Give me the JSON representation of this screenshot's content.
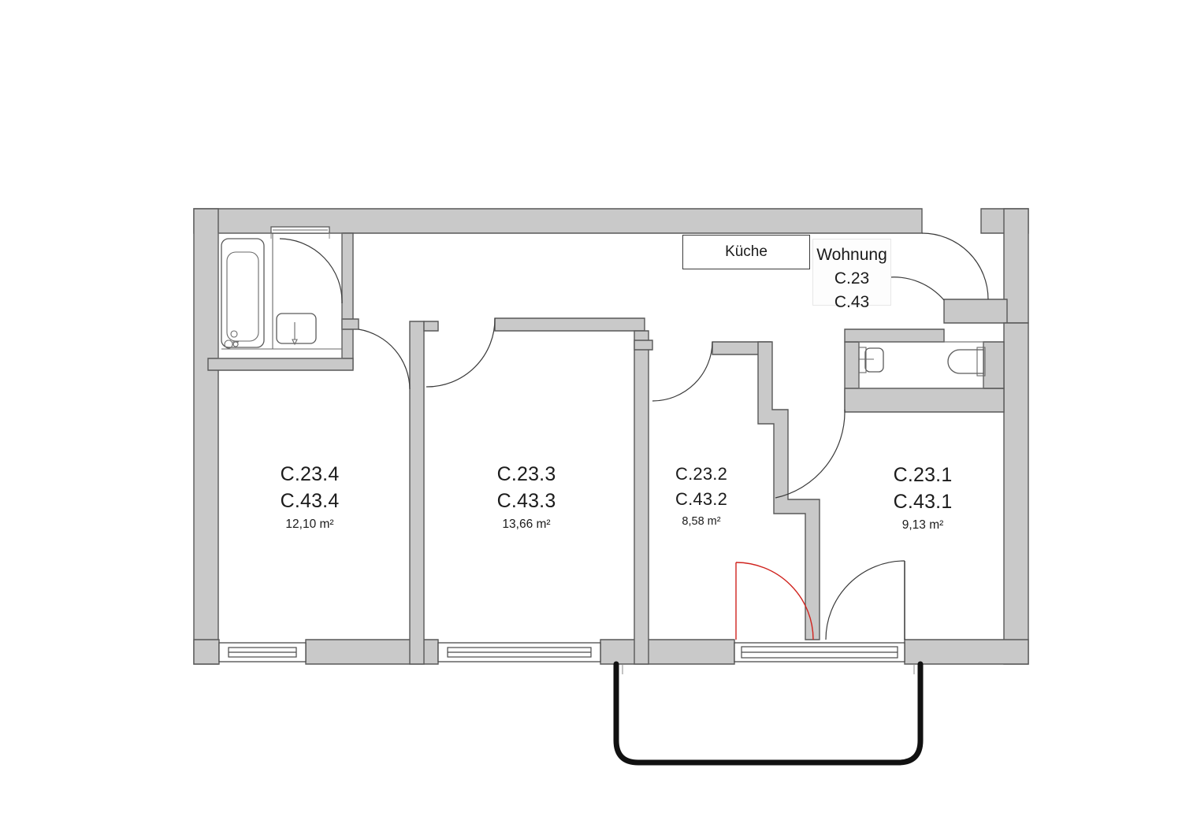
{
  "plan": {
    "apartment_box": {
      "title": "Wohnung",
      "codes": [
        "C.23",
        "C.43"
      ]
    },
    "kitchen_label": "Küche",
    "rooms": [
      {
        "id": "room-c23-4",
        "code_primary": "C.23.4",
        "code_secondary": "C.43.4",
        "area": "12,10 m²"
      },
      {
        "id": "room-c23-3",
        "code_primary": "C.23.3",
        "code_secondary": "C.43.3",
        "area": "13,66 m²"
      },
      {
        "id": "room-c23-2",
        "code_primary": "C.23.2",
        "code_secondary": "C.43.2",
        "area": "8,58 m²"
      },
      {
        "id": "room-c23-1",
        "code_primary": "C.23.1",
        "code_secondary": "C.43.1",
        "area": "9,13 m²"
      }
    ],
    "fixtures": {
      "bathtub": "bathtub",
      "washbasin": "washbasin",
      "wc_washbasin": "wc-washbasin",
      "toilet": "toilet",
      "shelf": "wall-shelf"
    },
    "colors": {
      "wall_fill": "#c9c9c9",
      "wall_stroke": "#595959",
      "door_swing": "#3a3a3a",
      "door_swing_alt": "#d0231e",
      "balcony_outline": "#111111",
      "text": "#1b1b1b",
      "background": "#ffffff"
    }
  }
}
